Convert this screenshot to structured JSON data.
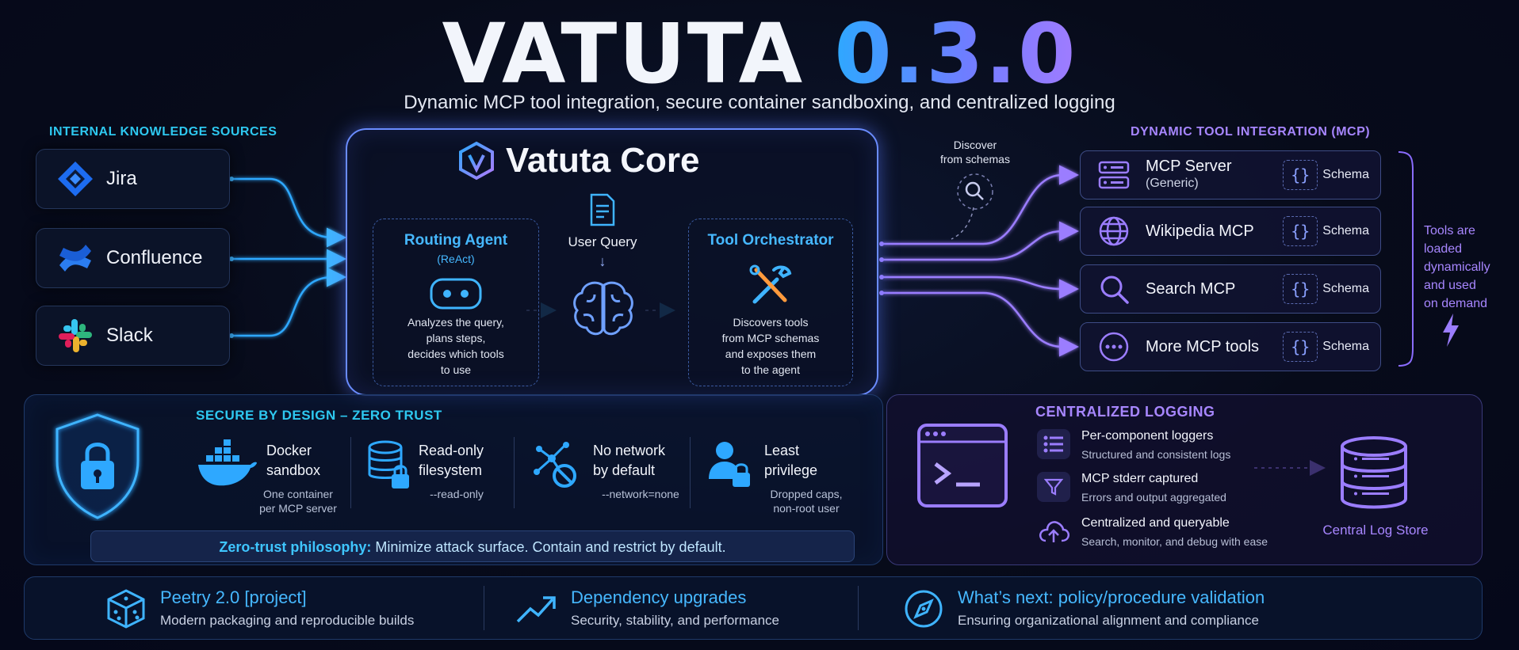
{
  "header": {
    "title": "VATUTA",
    "version": "0.3.0",
    "subtitle": "Dynamic MCP tool integration, secure container sandboxing, and centralized logging"
  },
  "sources": {
    "label": "INTERNAL KNOWLEDGE SOURCES",
    "items": [
      {
        "label": "Jira",
        "icon": "jira-icon"
      },
      {
        "label": "Confluence",
        "icon": "confluence-icon"
      },
      {
        "label": "Slack",
        "icon": "slack-icon"
      }
    ]
  },
  "core": {
    "title": "Vatuta Core",
    "routing": {
      "title": "Routing Agent",
      "subtitle": "(ReAct)",
      "desc1": "Analyzes the query,",
      "desc2": "plans steps,",
      "desc3": "decides which tools",
      "desc4": "to use"
    },
    "user_query": "User Query",
    "orchestrator": {
      "title": "Tool Orchestrator",
      "desc1": "Discovers tools",
      "desc2": "from MCP schemas",
      "desc3": "and exposes them",
      "desc4": "to the agent"
    }
  },
  "discover": {
    "line1": "Discover",
    "line2": "from schemas"
  },
  "mcp": {
    "label": "DYNAMIC TOOL INTEGRATION (MCP)",
    "items": [
      {
        "label": "MCP Server",
        "sub": "(Generic)",
        "schema": "Schema",
        "icon": "server-icon"
      },
      {
        "label": "Wikipedia MCP",
        "sub": "",
        "schema": "Schema",
        "icon": "globe-icon"
      },
      {
        "label": "Search MCP",
        "sub": "",
        "schema": "Schema",
        "icon": "search-icon"
      },
      {
        "label": "More MCP tools",
        "sub": "",
        "schema": "Schema",
        "icon": "more-icon"
      }
    ],
    "note": [
      "Tools are",
      "loaded",
      "dynamically",
      "and used",
      "on demand"
    ]
  },
  "secure": {
    "label": "SECURE BY DESIGN – ZERO TRUST",
    "items": [
      {
        "title1": "Docker",
        "title2": "sandbox",
        "sub1": "One container",
        "sub2": "per MCP server",
        "icon": "docker-icon"
      },
      {
        "title1": "Read-only",
        "title2": "filesystem",
        "sub1": "--read-only",
        "sub2": "",
        "icon": "database-lock-icon"
      },
      {
        "title1": "No network",
        "title2": "by default",
        "sub1": "--network=none",
        "sub2": "",
        "icon": "network-blocked-icon"
      },
      {
        "title1": "Least",
        "title2": "privilege",
        "sub1": "Dropped caps,",
        "sub2": "non-root user",
        "icon": "user-lock-icon"
      }
    ],
    "philosophy_label": "Zero-trust philosophy:",
    "philosophy_text": "Minimize attack surface. Contain and restrict by default."
  },
  "logging": {
    "label": "CENTRALIZED LOGGING",
    "items": [
      {
        "title": "Per-component loggers",
        "sub": "Structured and consistent logs",
        "icon": "list-icon"
      },
      {
        "title": "MCP stderr captured",
        "sub": "Errors and output aggregated",
        "icon": "filter-icon"
      },
      {
        "title": "Centralized and queryable",
        "sub": "Search, monitor, and debug with ease",
        "icon": "cloud-upload-icon"
      }
    ],
    "store": "Central Log Store"
  },
  "footer": {
    "items": [
      {
        "title": "Peetry 2.0 [project]",
        "sub": "Modern packaging and reproducible builds",
        "icon": "dice-icon"
      },
      {
        "title": "Dependency upgrades",
        "sub": "Security, stability, and performance",
        "icon": "trend-up-icon"
      },
      {
        "title": "What’s next: policy/procedure validation",
        "sub": "Ensuring organizational alignment and compliance",
        "icon": "compass-icon"
      }
    ]
  },
  "colors": {
    "accent_blue": "#46b8ff",
    "accent_purple": "#9b7dff",
    "background": "#070b1a"
  }
}
